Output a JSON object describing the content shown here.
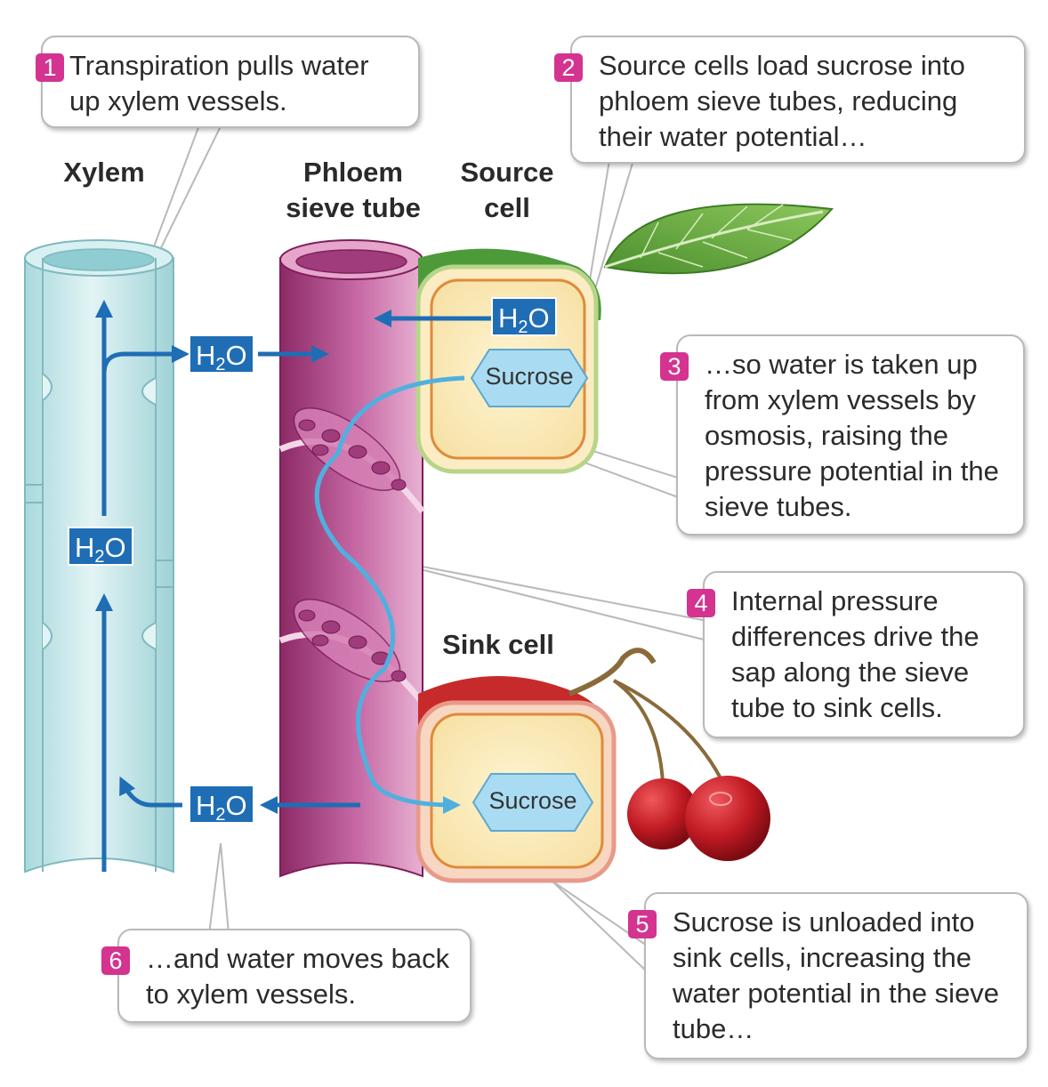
{
  "labels": {
    "xylem": "Xylem",
    "phloem": "Phloem sieve tube",
    "source": "Source cell",
    "sink": "Sink cell"
  },
  "molecules": {
    "water_main": "H",
    "water_sub": "2",
    "water_end": "O",
    "sucrose": "Sucrose"
  },
  "callouts": [
    {
      "num": "1",
      "text": "Transpiration pulls water up  xylem vessels."
    },
    {
      "num": "2",
      "text": "Source cells load sucrose into phloem sieve tubes, reducing their water potential…"
    },
    {
      "num": "3",
      "text": "…so water is taken up from xylem vessels by osmosis, raising the pressure potential in the sieve tubes."
    },
    {
      "num": "4",
      "text": "Internal pressure differences drive the sap along the sieve tube to sink cells."
    },
    {
      "num": "5",
      "text": "Sucrose is unloaded into sink cells, increasing the water potential in the sieve tube…"
    },
    {
      "num": "6",
      "text": "…and water moves back to xylem vessels."
    }
  ],
  "colors": {
    "badge": "#d4338f",
    "water_box": "#1f6db5",
    "xylem": "#bfe3e6",
    "phloem": "#b34a8a",
    "sucrose_hex": "#a9dcf2"
  }
}
